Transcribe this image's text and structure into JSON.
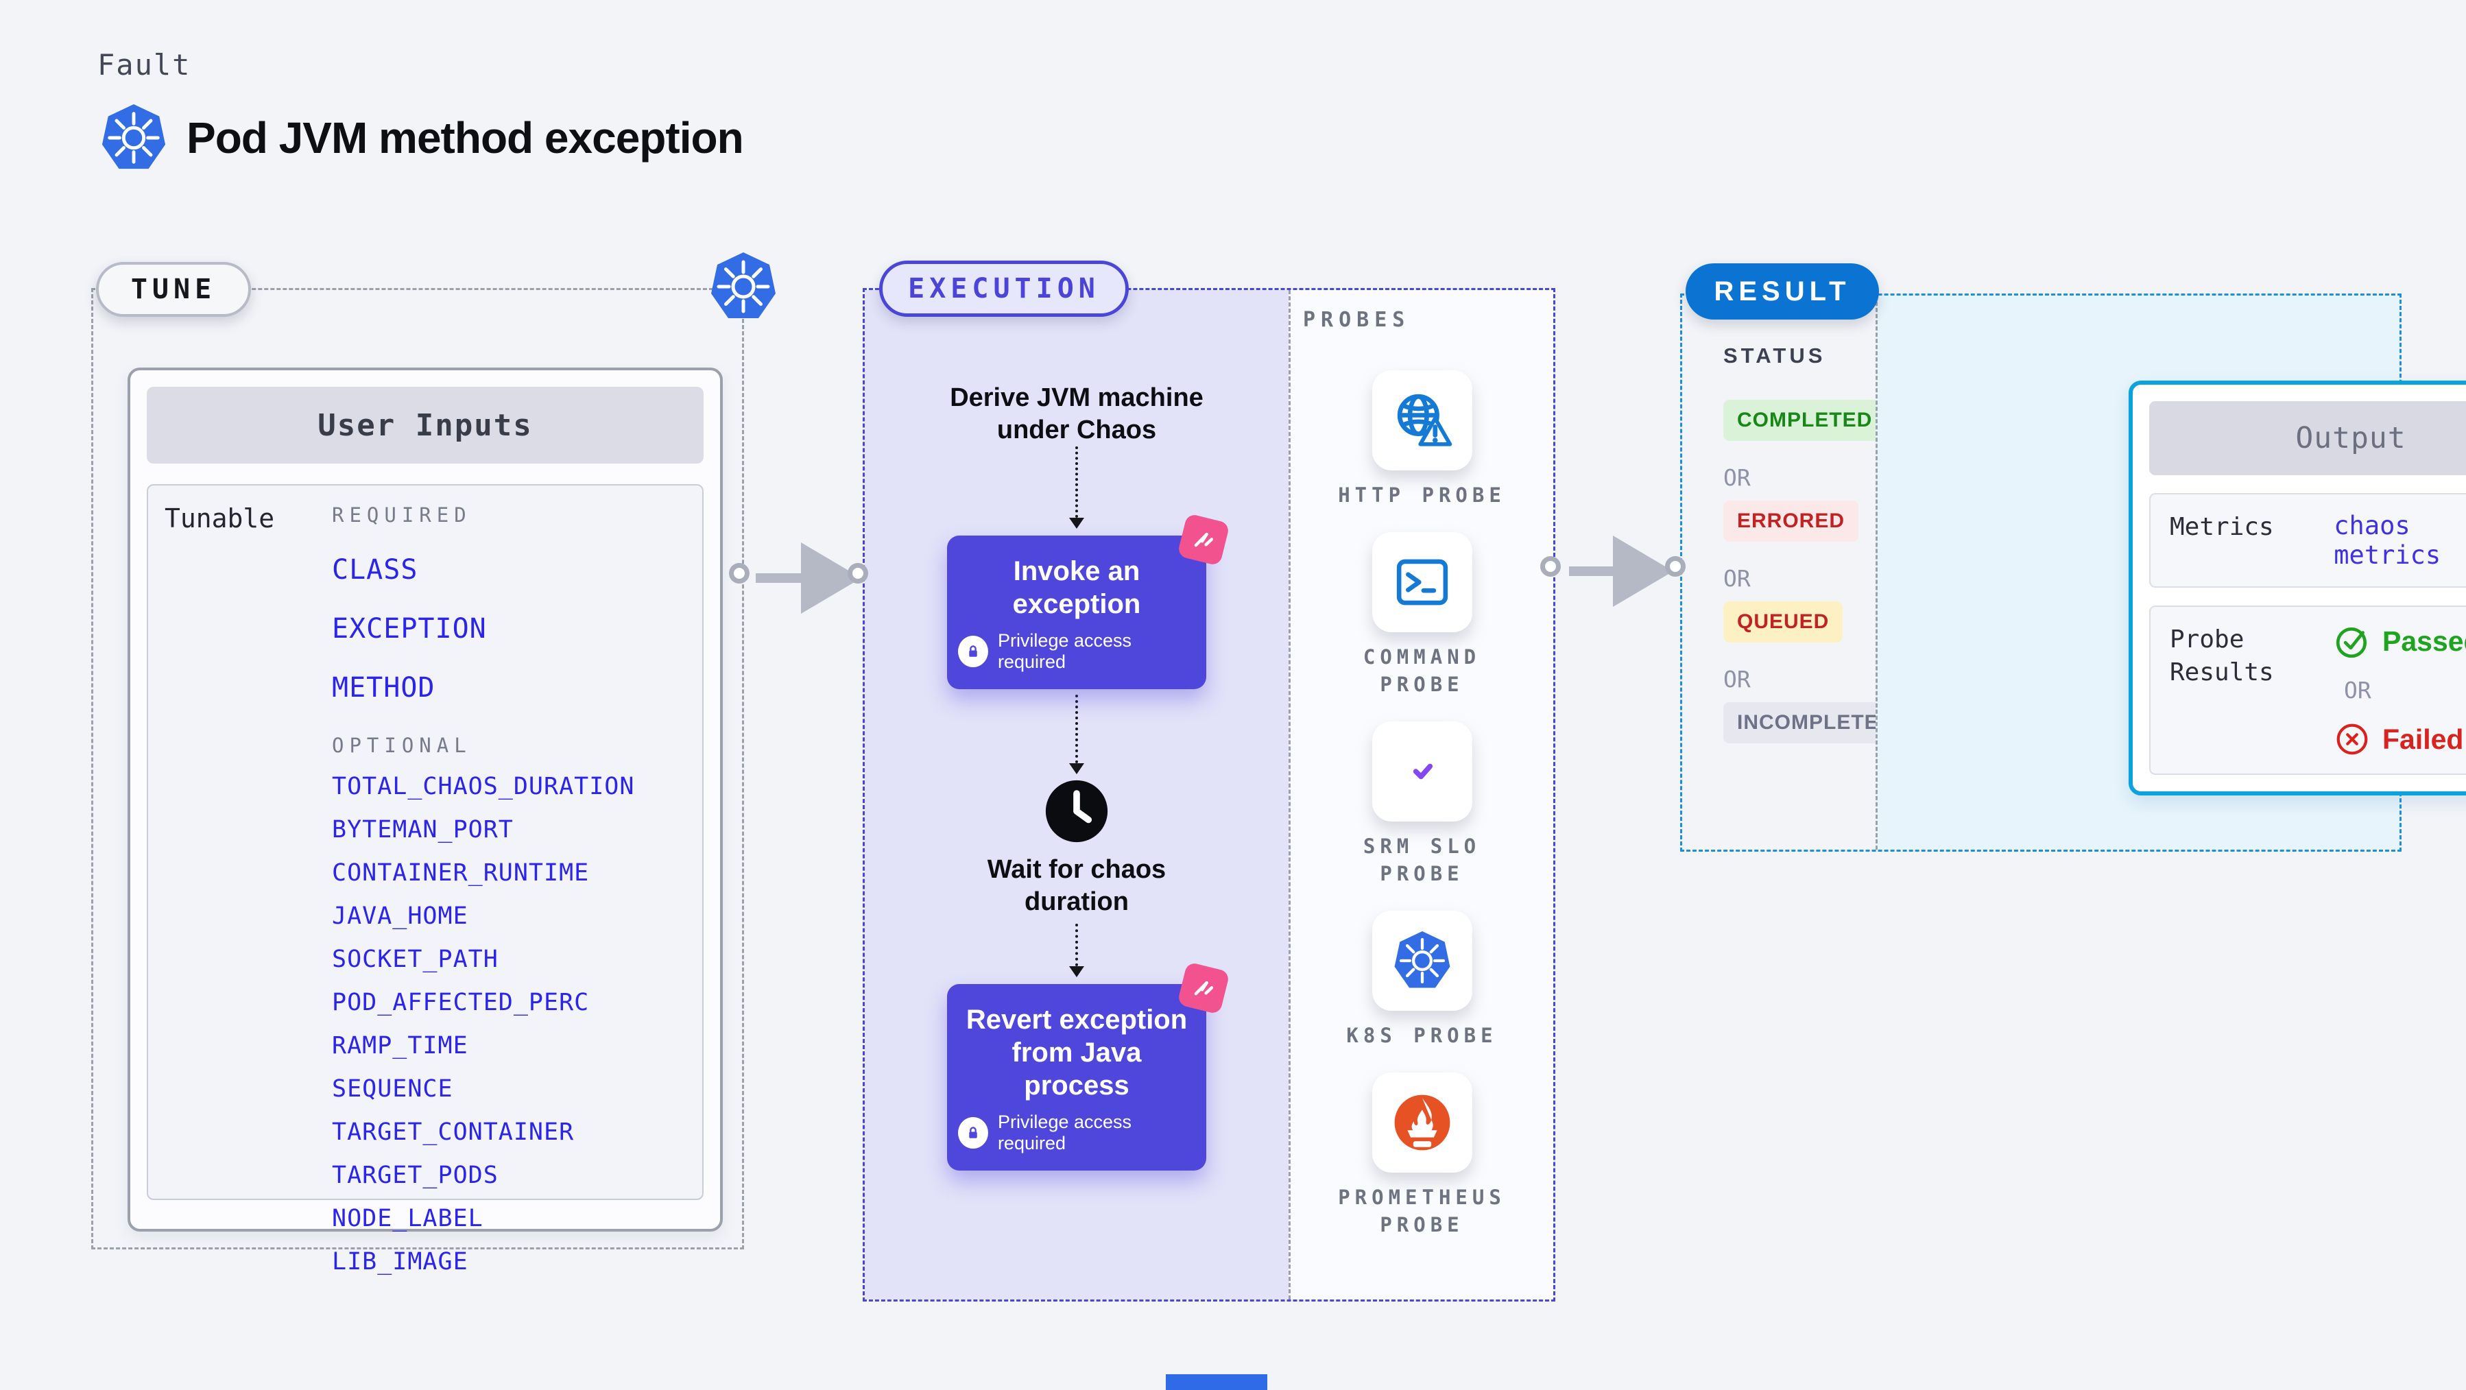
{
  "page": {
    "fault_label": "Fault",
    "title": "Pod JVM method exception"
  },
  "colors": {
    "accent_indigo": "#4f46dc",
    "execution_border": "#4a46da",
    "param_blue": "#2b24ea",
    "k8s_blue": "#326de6",
    "probe_blue": "#147ad6",
    "prometheus_orange": "#e75225",
    "srm_purple": "#8447f2",
    "result_blue": "#0b74d2",
    "output_border": "#0ba3de",
    "chaos_pink": "#f2538e",
    "passed_green": "#1ea41e",
    "failed_red": "#d9231f",
    "completed_bg": "#d9f2d8",
    "errored_bg": "#fbe9e9",
    "queued_bg": "#fdf1c4",
    "incompleted_bg": "#e7e8ef"
  },
  "tune": {
    "badge": "TUNE",
    "card_title": "User Inputs",
    "tunable_label": "Tunable",
    "required_label": "REQUIRED",
    "optional_label": "OPTIONAL",
    "required": [
      "CLASS",
      "EXCEPTION",
      "METHOD"
    ],
    "optional": [
      "TOTAL_CHAOS_DURATION",
      "BYTEMAN_PORT",
      "CONTAINER_RUNTIME",
      "JAVA_HOME",
      "SOCKET_PATH",
      "POD_AFFECTED_PERC",
      "RAMP_TIME",
      "SEQUENCE",
      "TARGET_CONTAINER",
      "TARGET_PODS",
      "NODE_LABEL",
      "LIB_IMAGE"
    ]
  },
  "execution": {
    "badge": "EXECUTION",
    "probes_label": "PROBES",
    "steps": {
      "derive_l1": "Derive JVM machine",
      "derive_l2": "under Chaos",
      "invoke_title": "Invoke an exception",
      "wait_l1": "Wait for chaos",
      "wait_l2": "duration",
      "revert_l1": "Revert exception",
      "revert_l2": "from Java process",
      "privilege_note": "Privilege access required"
    },
    "probes": [
      {
        "label": "HTTP PROBE"
      },
      {
        "label": "COMMAND PROBE"
      },
      {
        "label": "SRM SLO PROBE"
      },
      {
        "label": "K8S PROBE"
      },
      {
        "label": "PROMETHEUS PROBE"
      }
    ]
  },
  "result": {
    "badge": "RESULT",
    "status_label": "STATUS",
    "or_label": "OR",
    "statuses": [
      {
        "label": "COMPLETED"
      },
      {
        "label": "ERRORED"
      },
      {
        "label": "QUEUED"
      },
      {
        "label": "INCOMPLETED"
      }
    ],
    "output": {
      "title": "Output",
      "metrics_label": "Metrics",
      "metrics_value": "chaos metrics",
      "probe_results_label": "Probe Results",
      "passed": "Passed",
      "failed": "Failed"
    }
  }
}
